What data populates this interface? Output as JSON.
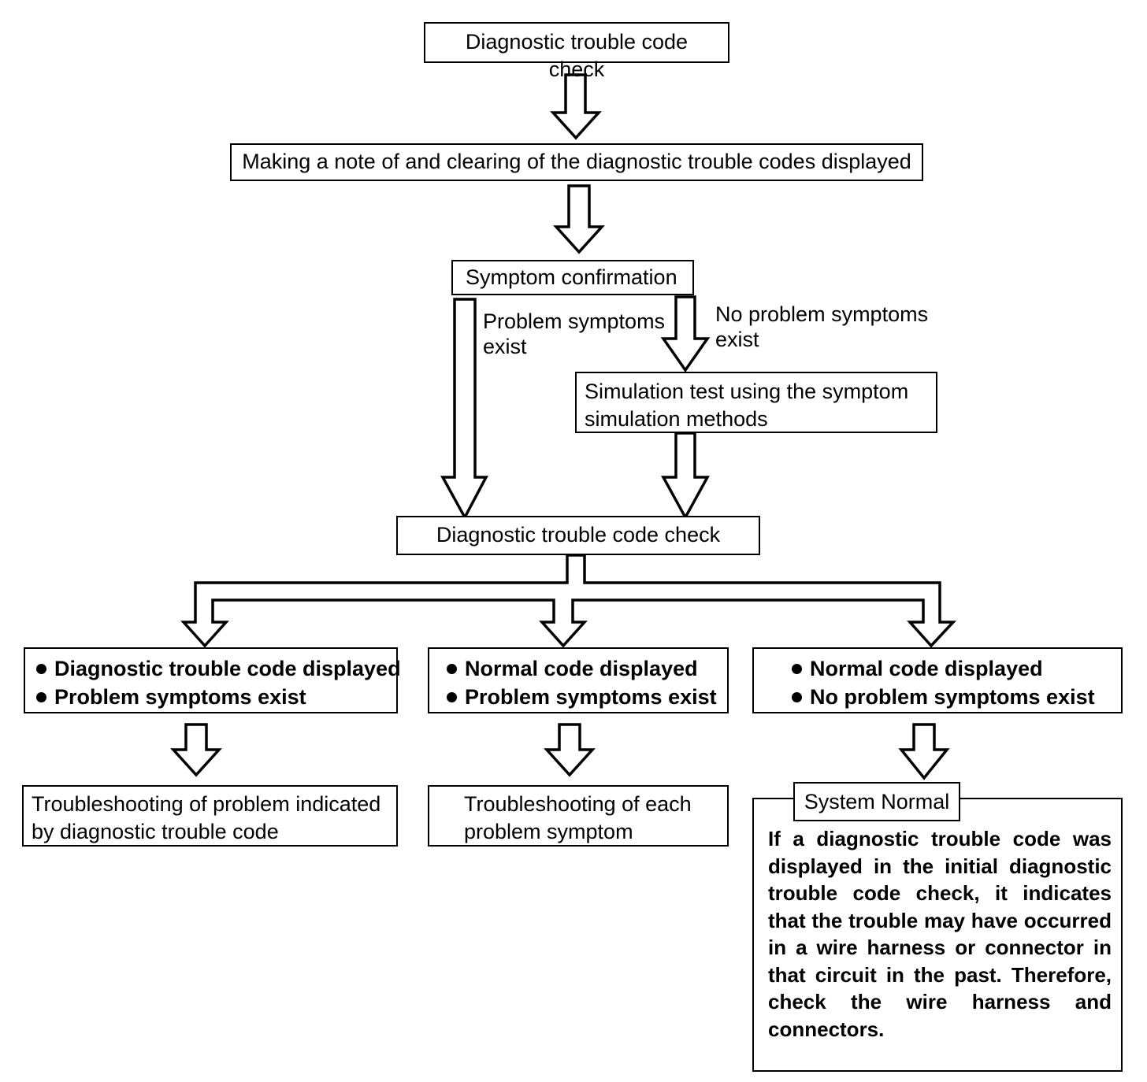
{
  "diagram": {
    "title": "Diagnostic trouble code check flowchart",
    "type": "flowchart",
    "nodes": {
      "start": {
        "text": "Diagnostic trouble code check"
      },
      "clear_codes": {
        "text": "Making a note of and clearing of the diagnostic trouble codes displayed"
      },
      "symptom_confirmation": {
        "text": "Symptom confirmation"
      },
      "simulation_test": {
        "text": "Simulation test using the symptom simulation methods"
      },
      "dtc_check_2": {
        "text": "Diagnostic trouble code check"
      },
      "outcome_left": {
        "bullets": [
          "Diagnostic trouble code displayed",
          "Problem symptoms exist"
        ]
      },
      "outcome_middle": {
        "bullets": [
          "Normal code displayed",
          "Problem symptoms exist"
        ]
      },
      "outcome_right": {
        "bullets": [
          "Normal code displayed",
          "No problem symptoms exist"
        ]
      },
      "result_left": {
        "text": "Troubleshooting of problem indicated by diagnostic trouble code"
      },
      "result_middle": {
        "text": "Troubleshooting of each problem symptom"
      },
      "result_right": {
        "title": "System Normal",
        "body": "If a diagnostic trouble code was displayed in the initial diagnostic trouble code check, it indicates that the trouble may have occurred in a wire harness or connector in that circuit in the past. Therefore, check the wire harness and connectors."
      }
    },
    "edge_labels": {
      "problem_symptoms_exist": "Problem symptoms\nexist",
      "no_problem_symptoms_exist": "No problem symptoms\nexist"
    },
    "colors": {
      "stroke": "#000000",
      "fill": "#ffffff",
      "text": "#000000"
    }
  }
}
